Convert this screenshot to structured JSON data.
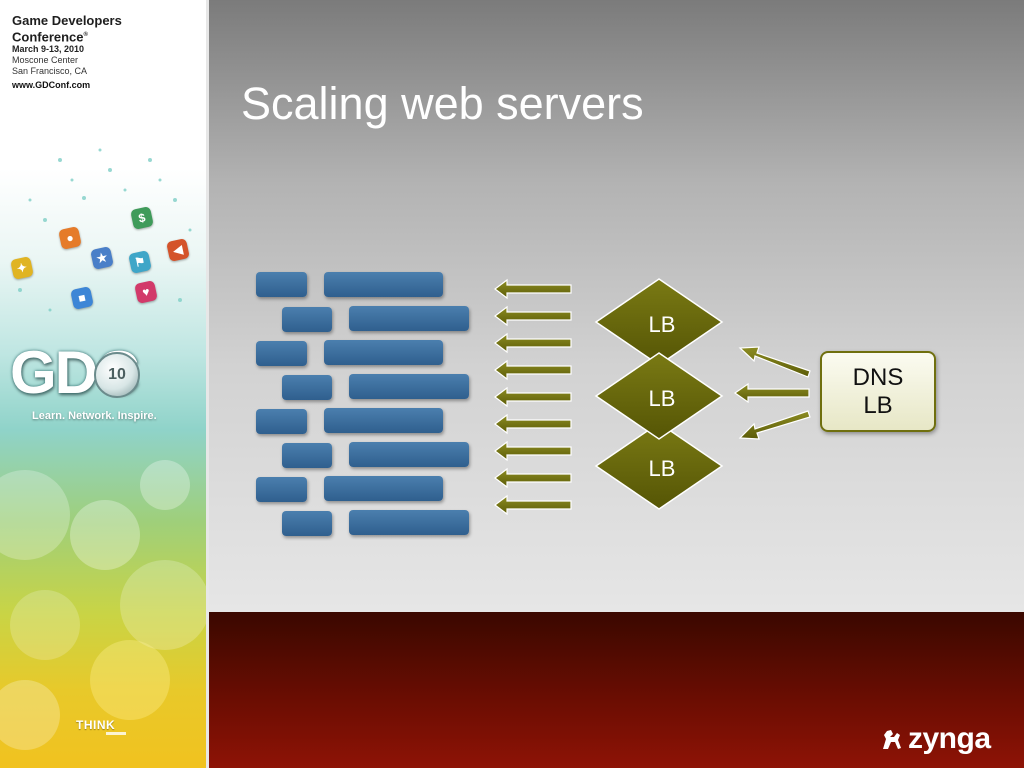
{
  "sidebar": {
    "conference_name_line1": "Game Developers",
    "conference_name_line2": "Conference",
    "dates": "March 9-13, 2010",
    "venue": "Moscone Center",
    "city": "San Francisco, CA",
    "url": "www.GDConf.com",
    "logo_text": "GDC",
    "logo_number": "10",
    "tagline": "Learn. Network. Inspire.",
    "sponsor_logo": "THINK",
    "app_icons": [
      "dollar-icon",
      "speaker-icon",
      "puzzle-icon",
      "chat-icon",
      "star-icon",
      "flag-icon"
    ]
  },
  "slide": {
    "title": "Scaling web servers",
    "server_count": 16,
    "load_balancers": [
      {
        "label": "LB"
      },
      {
        "label": "LB"
      },
      {
        "label": "LB"
      }
    ],
    "dns": {
      "line1": "DNS",
      "line2": "LB"
    },
    "footer_logo": "zynga"
  },
  "colors": {
    "server_fill": "#3a6c9c",
    "arrow_fill": "#6b6b10",
    "lb_fill": "#6b6b10",
    "footer_red": "#7a1004",
    "title_text": "#ffffff"
  }
}
